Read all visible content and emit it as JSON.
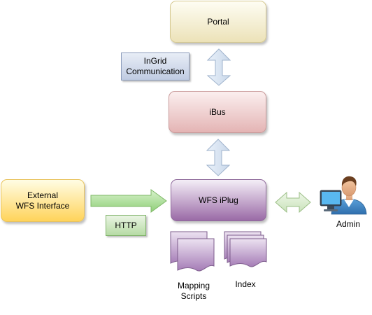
{
  "nodes": {
    "portal": "Portal",
    "ibus": "iBus",
    "wfs_iplug": "WFS iPlug",
    "external": "External\nWFS Interface"
  },
  "tags": {
    "ingrid": "InGrid\nCommunication",
    "http": "HTTP"
  },
  "labels": {
    "mapping": "Mapping\nScripts",
    "index": "Index",
    "admin": "Admin"
  },
  "colors": {
    "portal": "#ece2b8",
    "ibus": "#e4b4b4",
    "wfs_iplug": "#9a6aa6",
    "external": "#ffd35a",
    "ingrid_tag": "#bfcbe2",
    "http_tag": "#b6dba4",
    "vertical_arrows": "#c9d8ea",
    "http_arrow": "#9fd68c",
    "admin_arrow": "#d5e8c9",
    "documents": "#a57cb6"
  },
  "icons": [
    "up-down-arrow-icon",
    "right-arrow-icon",
    "left-right-arrow-icon",
    "document-stack-icon",
    "admin-user-icon"
  ]
}
